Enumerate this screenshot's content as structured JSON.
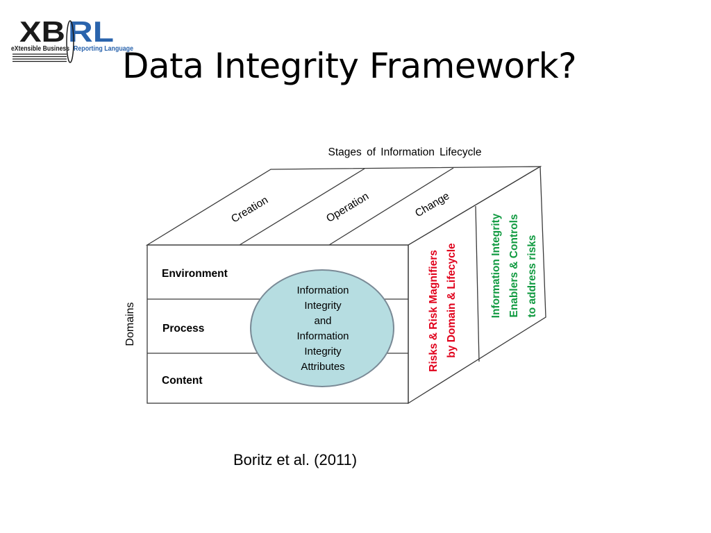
{
  "logo": {
    "wordmark": "XBRL",
    "tagline_left": "eXtensible Business",
    "tagline_right": "Reporting Language",
    "colors": {
      "dark": "#1a1a1a",
      "blue": "#2a64ad"
    }
  },
  "slide": {
    "title": "Data Integrity Framework?"
  },
  "diagram": {
    "top_label": "Stages of Information Lifecycle",
    "stages": [
      "Creation",
      "Operation",
      "Change"
    ],
    "axis_label": "Domains",
    "domains": [
      "Environment",
      "Process",
      "Content"
    ],
    "center": {
      "lines": [
        "Information",
        "Integrity",
        "and",
        "Information",
        "Integrity",
        "Attributes"
      ],
      "fill": "#b6dde1",
      "stroke": "#7a8a96"
    },
    "risks": {
      "lines": [
        "Risks & Risk Magnifiers",
        "by Domain & Lifecycle"
      ],
      "color": "#e0001b"
    },
    "enablers": {
      "lines": [
        "Information Integrity",
        "Enablers & Controls",
        "to address risks"
      ],
      "color": "#109a40"
    }
  },
  "citation": "Boritz et al. (2011)"
}
